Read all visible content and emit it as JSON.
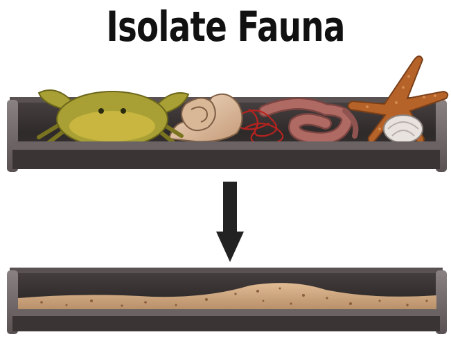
{
  "header": {
    "title": "Isolate Fauna"
  },
  "diagram": {
    "top_tray": {
      "contents": [
        "crab",
        "whelk-shell",
        "red-worms",
        "ragworm",
        "starfish",
        "clam-shell"
      ]
    },
    "arrow": {
      "direction": "down"
    },
    "bottom_tray": {
      "contents": [
        "sediment"
      ]
    },
    "colors": {
      "tray_dark": "#3b3434",
      "tray_rim": "#6b6363",
      "crab": "#a8a035",
      "starfish": "#b6632a",
      "worm": "#a4605c",
      "sediment": "#c9a07a",
      "arrow": "#222222"
    }
  }
}
